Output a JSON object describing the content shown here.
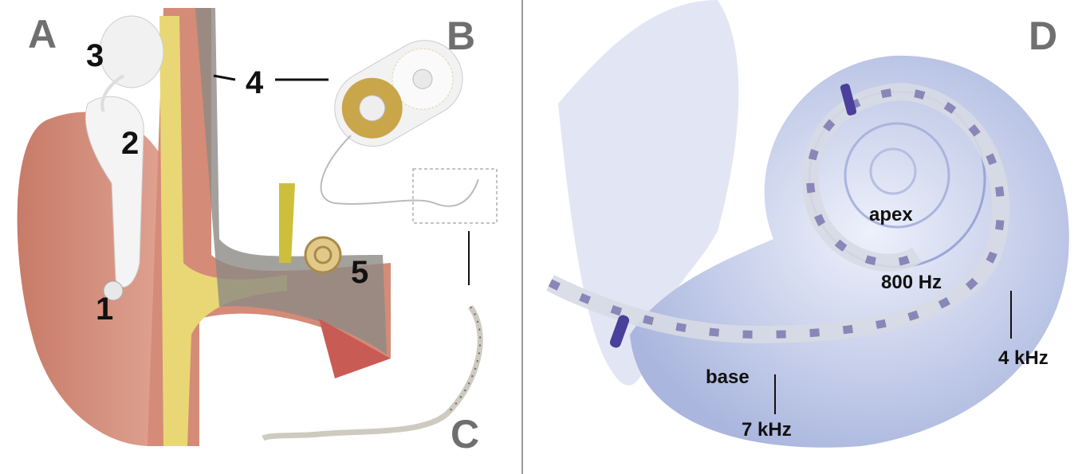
{
  "panels": {
    "a": "A",
    "b": "B",
    "c": "C",
    "d": "D"
  },
  "parts": {
    "p1": "1",
    "p2": "2",
    "p3": "3",
    "p4": "4",
    "p5": "5"
  },
  "cochlea": {
    "apex": "apex",
    "f800": "800 Hz",
    "f4k": "4 kHz",
    "base": "base",
    "f7k": "7 kHz"
  },
  "colors": {
    "skin": "#d58f7c",
    "bone": "#e9d776",
    "cochlea": "#c9d2ec",
    "electrode": "#4a3f9a",
    "divider": "#9a9a9a"
  }
}
